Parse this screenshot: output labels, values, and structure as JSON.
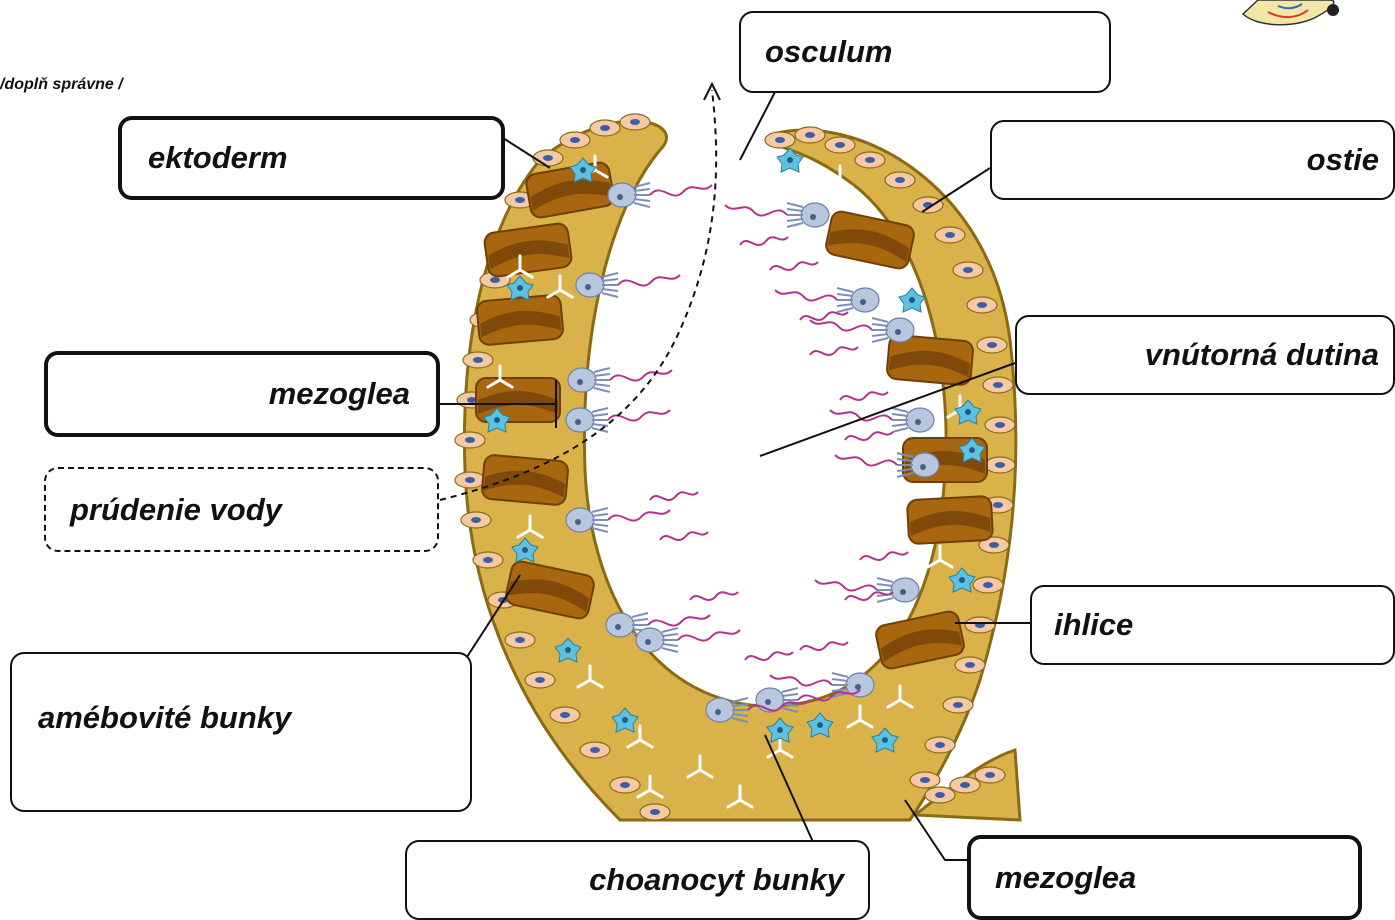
{
  "instruction": "/doplň správne /",
  "labels": {
    "osculum": "osculum",
    "ektoderm": "ektoderm",
    "ostie": "ostie",
    "vnutorna_dutina": "vnútorná dutina",
    "mezoglea_left": "mezoglea",
    "prudenie_vody": "prúdenie vody",
    "ihlice": "ihlice",
    "amebovite_bunky": "amébovité bunky",
    "choanocyt_bunky": "choanocyt bunky",
    "mezoglea_bottom": "mezoglea"
  },
  "colors": {
    "mesoglea_fill": "#d9b349",
    "outline": "#8a6a14",
    "spicule_band": "#a8660f",
    "spicule_dark": "#6e3f07",
    "epidermis": "#f6c9a5",
    "epidermis_nucleus": "#3b5ea8",
    "amoebocyte": "#5fc1e0",
    "choanocyte": "#b8c6de",
    "flagellum": "#b1348e"
  }
}
